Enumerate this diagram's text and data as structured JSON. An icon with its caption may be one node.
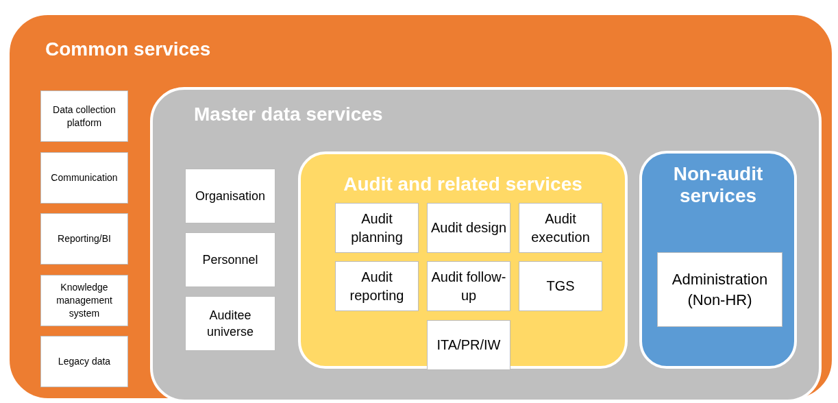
{
  "diagram": {
    "nodes": [
      {
        "text": [
          "Common services"
        ]
      },
      {
        "text": [
          "Data collection platform"
        ],
        "in": 0
      },
      {
        "text": [
          "Communication"
        ],
        "in": 0
      },
      {
        "text": [
          "Reporting/BI"
        ],
        "in": 0
      },
      {
        "text": [
          "Knowledge management system"
        ],
        "in": 0
      },
      {
        "text": [
          "Legacy data"
        ],
        "in": 0
      },
      {
        "text": [
          "Master data services"
        ],
        "in": 0
      },
      {
        "text": [
          "Organisation"
        ],
        "in": 6
      },
      {
        "text": [
          "Personnel"
        ],
        "in": 6
      },
      {
        "text": [
          "Auditee universe"
        ],
        "in": 6
      },
      {
        "text": [
          "Audit and related services"
        ],
        "in": 6
      },
      {
        "text": [
          "Audit planning"
        ],
        "in": 10
      },
      {
        "text": [
          "Audit design"
        ],
        "in": 10
      },
      {
        "text": [
          "Audit execution"
        ],
        "in": 10
      },
      {
        "text": [
          "Audit reporting"
        ],
        "in": 10
      },
      {
        "text": [
          "Audit follow-up"
        ],
        "in": 10
      },
      {
        "text": [
          "TGS"
        ],
        "in": 10
      },
      {
        "text": [
          "ITA/PR/IW"
        ],
        "in": 10
      },
      {
        "text": [
          "Non-audit services"
        ],
        "in": 6
      },
      {
        "text": [
          "Administration (Non-HR)"
        ],
        "in": 18
      }
    ]
  }
}
